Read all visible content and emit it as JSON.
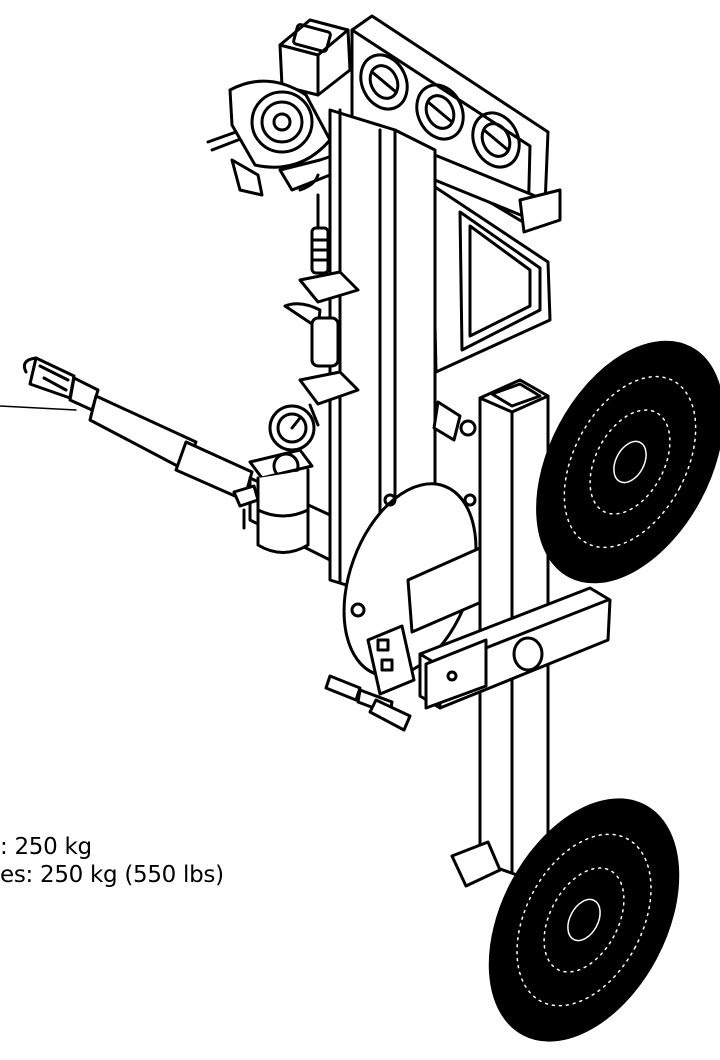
{
  "specs": {
    "line1": ": 250 kg",
    "line2": "es: 250 kg (550 lbs)"
  },
  "colors": {
    "ink": "#000000",
    "paper": "#ffffff"
  },
  "drawing": {
    "subject": "vacuum-lifter-isometric",
    "style": "black line art",
    "parts": [
      "control-valve-block",
      "gauge-plate",
      "mast",
      "handle-bar",
      "filter",
      "hose-fittings",
      "rotation-disc",
      "crossbar-tube",
      "suction-pad-upper",
      "suction-pad-lower"
    ]
  }
}
